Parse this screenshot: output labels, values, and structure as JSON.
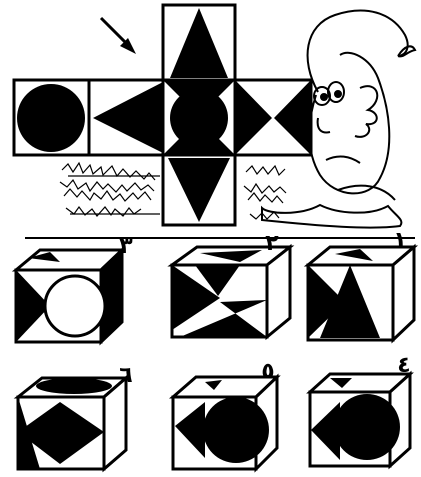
{
  "net": {
    "squares": [
      {
        "id": "top",
        "pattern": "triangle-up"
      },
      {
        "id": "far-left",
        "pattern": "circle"
      },
      {
        "id": "left",
        "pattern": "arrow-left"
      },
      {
        "id": "center",
        "pattern": "circle-with-triangles"
      },
      {
        "id": "right",
        "pattern": "bowtie-horizontal"
      },
      {
        "id": "bottom",
        "pattern": "triangle-down"
      }
    ]
  },
  "options": [
    {
      "label": "١"
    },
    {
      "label": "٢"
    },
    {
      "label": "٣"
    },
    {
      "label": "٤"
    },
    {
      "label": "٥"
    },
    {
      "label": "٦"
    }
  ],
  "colors": {
    "ink": "#000000",
    "paper": "#ffffff"
  }
}
